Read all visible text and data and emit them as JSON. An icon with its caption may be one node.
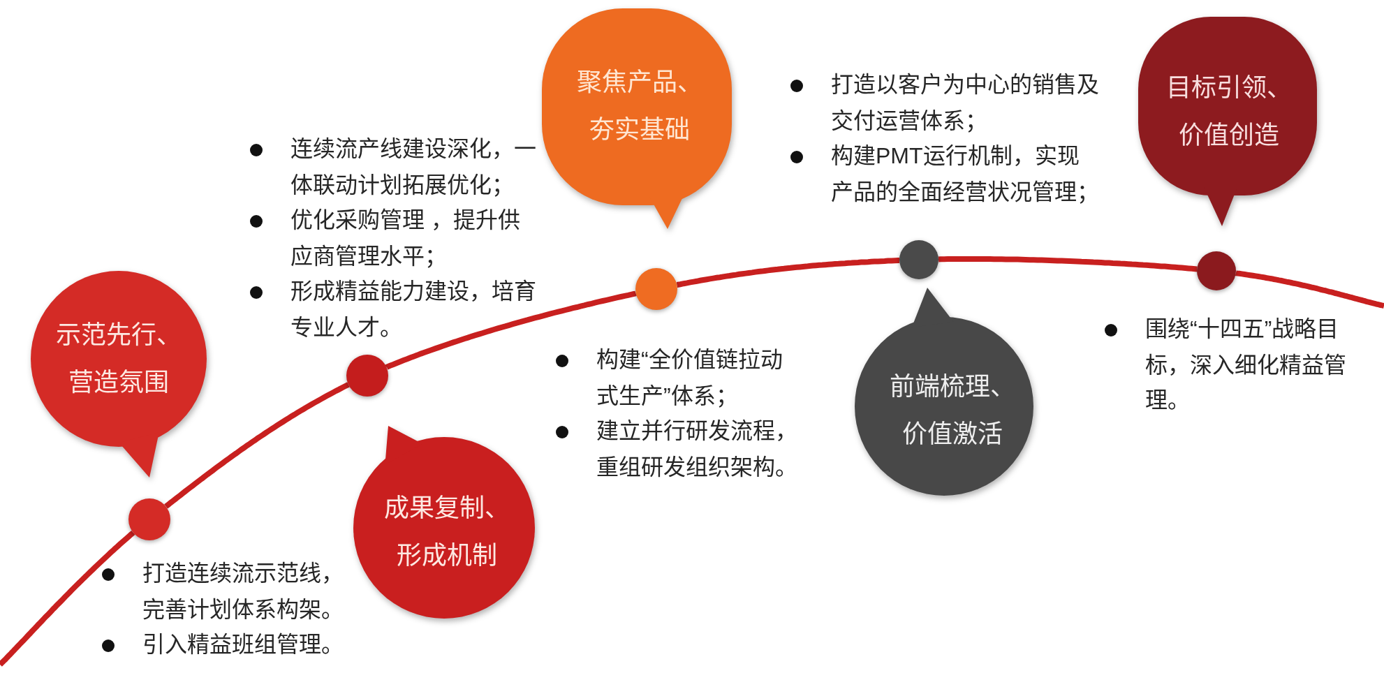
{
  "diagram": {
    "nodes": [
      {
        "text": [
          "示范先行、营造氛围"
        ]
      },
      {
        "text": [],
        "shape": "circle",
        "beside": [
          "打造连续流示范线，完善计划体系构架。",
          "引入精益班组管理。"
        ]
      },
      {
        "text": [
          "成果复制、形成机制"
        ]
      },
      {
        "text": [],
        "shape": "circle",
        "beside": [
          "连续流产线建设深化，一体联动计划拓展优化；",
          "优化采购管理 ，提升供应商管理水平；",
          "形成精益能力建设，培育专业人才。"
        ]
      },
      {
        "text": [
          "聚焦产品、夯实基础"
        ]
      },
      {
        "text": [],
        "shape": "circle",
        "beside": [
          "构建“全价值链拉动式生产”体系；",
          "建立并行研发流程，重组研发组织架构。"
        ]
      },
      {
        "text": [
          "前端梳理、价值激活"
        ]
      },
      {
        "text": [],
        "shape": "circle",
        "beside": [
          "打造以客户为中心的销售及交付运营体系；",
          "构建PMT运行机制，实现产品的全面经营状况管理；"
        ]
      },
      {
        "text": [
          "目标引领、价值创造"
        ]
      },
      {
        "text": [],
        "shape": "circle",
        "beside": [
          "围绕“十四五”战略目标，深入细化精益管理。"
        ]
      }
    ],
    "edges": [
      {
        "from": null,
        "to": 1,
        "arrow": "none"
      },
      {
        "from": 1,
        "to": 3,
        "arrow": "none"
      },
      {
        "from": 3,
        "to": 5,
        "arrow": "none"
      },
      {
        "from": 5,
        "to": 7,
        "arrow": "none"
      },
      {
        "from": 7,
        "to": 9,
        "arrow": "none"
      },
      {
        "from": 9,
        "to": null,
        "arrow": "none"
      }
    ]
  }
}
